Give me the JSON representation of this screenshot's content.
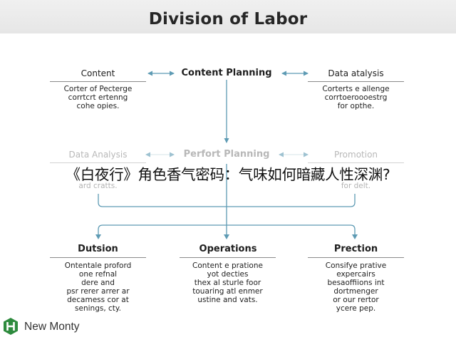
{
  "title": "Division of Labor",
  "overlay_text": "《白夜行》角色香气密码：气味如何暗藏人性深渊?",
  "brand": "New Monty",
  "colors": {
    "connector": "#5e9bb4",
    "logo": "#2e8b3e",
    "title_band": "#ececec"
  },
  "nodes": {
    "content": {
      "title": "Content",
      "desc": [
        "Corter of Pecterge",
        "corrtcrt ertenng",
        "cohe opies."
      ]
    },
    "content_planning": {
      "title": "Content Planning"
    },
    "data_analysis_top": {
      "title": "Data atalysis",
      "desc": [
        "Corterts e allenge",
        "corrtoeroooestrg",
        "for opthe."
      ]
    },
    "data_analysis_mid": {
      "title": "Data Analysis",
      "desc": [
        "ard cratts."
      ]
    },
    "perfort_planning": {
      "title": "Perfort Planning"
    },
    "promotion": {
      "title": "Promotion",
      "desc": [
        "for delt."
      ]
    },
    "dutsion": {
      "title": "Dutsion",
      "desc": [
        "Ontentale proford",
        "one refnal",
        "dere and",
        "psr rerer arrer ar",
        "decamess cor at",
        "senings, cty."
      ]
    },
    "operations": {
      "title": "Operations",
      "desc": [
        "Content e pratione",
        "yot decties",
        "thex al sturle foor",
        "touaring atl enmer",
        "ustine and vats."
      ]
    },
    "prection": {
      "title": "Prection",
      "desc": [
        "Consifye prative",
        "expercairs",
        "besaoffiions int",
        "dortmenger",
        "or our rertor",
        "ycere pep."
      ]
    }
  }
}
